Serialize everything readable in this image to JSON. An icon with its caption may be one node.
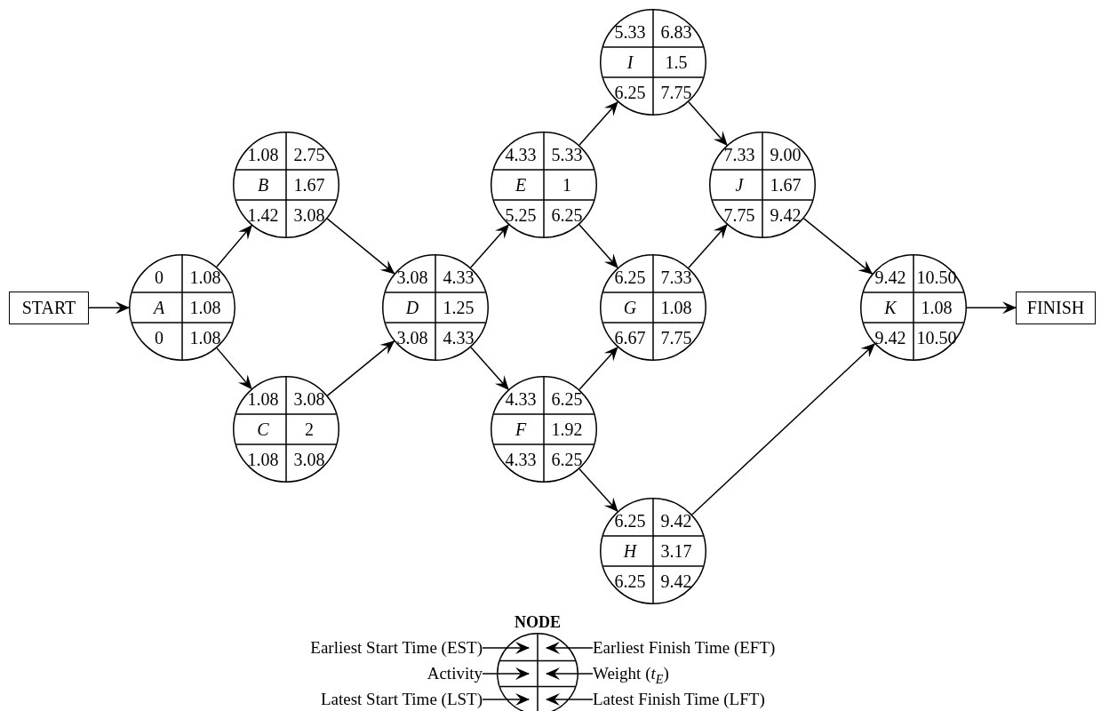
{
  "diagram": {
    "nodes": [
      {
        "text": [
          "START"
        ]
      },
      {
        "text": [
          "0",
          "1.08",
          "A",
          "1.08",
          "0",
          "1.08"
        ]
      },
      {
        "text": [
          "1.08",
          "2.75",
          "B",
          "1.67",
          "1.42",
          "3.08"
        ]
      },
      {
        "text": [
          "1.08",
          "3.08",
          "C",
          "2",
          "1.08",
          "3.08"
        ]
      },
      {
        "text": [
          "3.08",
          "4.33",
          "D",
          "1.25",
          "3.08",
          "4.33"
        ]
      },
      {
        "text": [
          "4.33",
          "5.33",
          "E",
          "1",
          "5.25",
          "6.25"
        ]
      },
      {
        "text": [
          "4.33",
          "6.25",
          "F",
          "1.92",
          "4.33",
          "6.25"
        ]
      },
      {
        "text": [
          "5.33",
          "6.83",
          "I",
          "1.5",
          "6.25",
          "7.75"
        ]
      },
      {
        "text": [
          "6.25",
          "7.33",
          "G",
          "1.08",
          "6.67",
          "7.75"
        ]
      },
      {
        "text": [
          "7.33",
          "9.00",
          "J",
          "1.67",
          "7.75",
          "9.42"
        ]
      },
      {
        "text": [
          "6.25",
          "9.42",
          "H",
          "3.17",
          "6.25",
          "9.42"
        ]
      },
      {
        "text": [
          "9.42",
          "10.50",
          "K",
          "1.08",
          "9.42",
          "10.50"
        ]
      },
      {
        "text": [
          "FINISH"
        ]
      },
      {
        "text": [
          "NODE"
        ]
      },
      {
        "text": [
          "Earliest Start Time (EST)"
        ]
      },
      {
        "text": [
          "Earliest Finish Time (EFT)"
        ]
      },
      {
        "text": [
          "Activity"
        ]
      },
      {
        "text": [
          "Weight (*t*$_{E}$)"
        ]
      },
      {
        "text": [
          "Latest Start Time (LST)"
        ]
      },
      {
        "text": [
          "Latest Finish Time (LFT)"
        ]
      }
    ],
    "edges": [
      {
        "from": 0,
        "to": 1,
        "arrow": "to"
      },
      {
        "from": 1,
        "to": 2,
        "arrow": "to"
      },
      {
        "from": 1,
        "to": 3,
        "arrow": "to"
      },
      {
        "from": 2,
        "to": 4,
        "arrow": "to"
      },
      {
        "from": 3,
        "to": 4,
        "arrow": "to"
      },
      {
        "from": 4,
        "to": 5,
        "arrow": "to"
      },
      {
        "from": 4,
        "to": 6,
        "arrow": "to"
      },
      {
        "from": 5,
        "to": 7,
        "arrow": "to"
      },
      {
        "from": 5,
        "to": 8,
        "arrow": "to"
      },
      {
        "from": 6,
        "to": 8,
        "arrow": "to"
      },
      {
        "from": 6,
        "to": 10,
        "arrow": "to"
      },
      {
        "from": 7,
        "to": 9,
        "arrow": "to"
      },
      {
        "from": 8,
        "to": 9,
        "arrow": "to"
      },
      {
        "from": 9,
        "to": 11,
        "arrow": "to"
      },
      {
        "from": 10,
        "to": 11,
        "arrow": "to"
      },
      {
        "from": 11,
        "to": 12,
        "arrow": "to"
      },
      {
        "from": 14,
        "to": 13,
        "arrow": "to"
      },
      {
        "from": 15,
        "to": 13,
        "arrow": "to"
      },
      {
        "from": 16,
        "to": 13,
        "arrow": "to"
      },
      {
        "from": 17,
        "to": 13,
        "arrow": "to"
      },
      {
        "from": 18,
        "to": 13,
        "arrow": "to"
      },
      {
        "from": 19,
        "to": 13,
        "arrow": "to"
      }
    ]
  }
}
